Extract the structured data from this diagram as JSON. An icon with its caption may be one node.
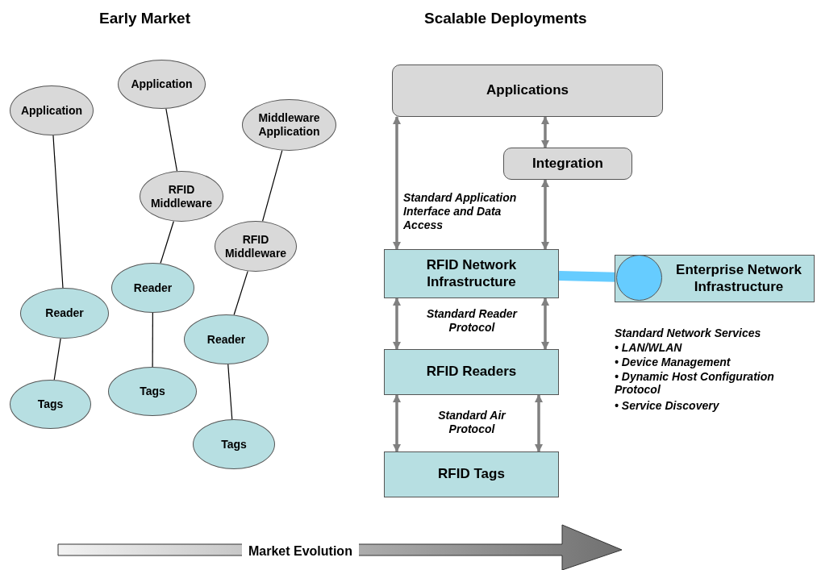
{
  "diagram": {
    "nodes": [
      {
        "text": [
          "Application"
        ]
      },
      {
        "text": [
          "Application"
        ]
      },
      {
        "text": [
          "Middleware Application"
        ]
      },
      {
        "text": [
          "RFID Middleware"
        ]
      },
      {
        "text": [
          "RFID Middleware"
        ]
      },
      {
        "text": [
          "Reader"
        ]
      },
      {
        "text": [
          "Reader"
        ]
      },
      {
        "text": [
          "Reader"
        ]
      },
      {
        "text": [
          "Tags"
        ]
      },
      {
        "text": [
          "Tags"
        ]
      },
      {
        "text": [
          "Tags"
        ]
      },
      {
        "text": [
          "Applications"
        ]
      },
      {
        "text": [
          "Integration"
        ]
      },
      {
        "text": [
          "RFID Network Infrastructure"
        ]
      },
      {
        "text": [
          "Enterprise Network Infrastructure"
        ]
      },
      {
        "text": [],
        "shape": "circle",
        "in": 14
      },
      {
        "text": [
          "RFID Readers"
        ]
      },
      {
        "text": [
          "RFID Tags"
        ]
      }
    ],
    "edges": [
      {
        "from": 0,
        "to": 6,
        "arrow": "none"
      },
      {
        "from": 6,
        "to": 8,
        "arrow": "none"
      },
      {
        "from": 1,
        "to": 3,
        "arrow": "none"
      },
      {
        "from": 3,
        "to": 5,
        "arrow": "none"
      },
      {
        "from": 5,
        "to": 9,
        "arrow": "none"
      },
      {
        "from": 2,
        "to": 4,
        "arrow": "none"
      },
      {
        "from": 4,
        "to": 7,
        "arrow": "none"
      },
      {
        "from": 7,
        "to": 10,
        "arrow": "none"
      },
      {
        "from": 11,
        "to": 13,
        "arrow": "both",
        "label": "Standard Application Interface and Data Access",
        "style": "thick",
        "color": "#808080"
      },
      {
        "from": 11,
        "to": 12,
        "arrow": "both",
        "style": "thick",
        "color": "#808080"
      },
      {
        "from": 12,
        "to": 13,
        "arrow": "both",
        "style": "thick",
        "color": "#808080"
      },
      {
        "from": 13,
        "to": 15,
        "arrow": "none",
        "style": "thick",
        "color": "#66ccff"
      },
      {
        "from": 13,
        "to": 16,
        "arrow": "both",
        "label": "Standard Reader Protocol",
        "style": "thick",
        "color": "#808080"
      },
      {
        "from": 13,
        "to": 16,
        "arrow": "both",
        "style": "thick",
        "color": "#808080"
      },
      {
        "from": 16,
        "to": 17,
        "arrow": "both",
        "label": "Standard Air Protocol",
        "style": "thick",
        "color": "#808080"
      },
      {
        "from": 16,
        "to": 17,
        "arrow": "both",
        "style": "thick",
        "color": "#808080"
      }
    ],
    "labels": [
      "Early Market",
      "Scalable Deployments",
      "Standard Network Services",
      "• LAN/WLAN",
      "• Device Management",
      "• Dynamic Host Configuration Protocol",
      "• Service Discovery",
      "Market Evolution"
    ]
  }
}
